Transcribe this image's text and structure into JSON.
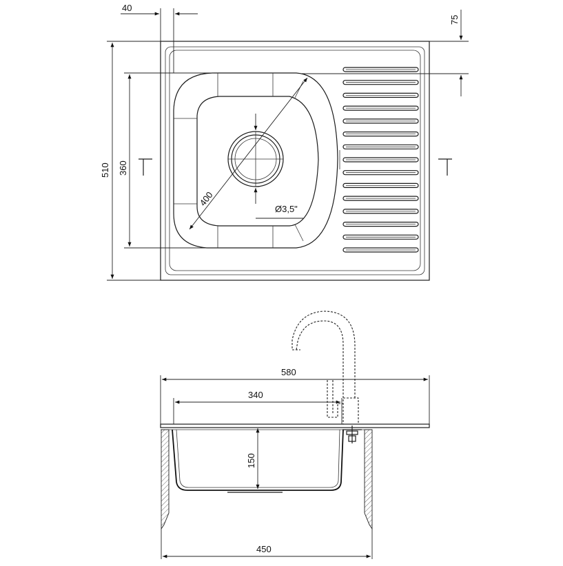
{
  "dimensions": {
    "top_offset": "40",
    "right_offset": "75",
    "overall_depth": "510",
    "bowl_depth": "360",
    "bowl_diagonal": "400",
    "drain_size": "Ø3,5\"",
    "overall_width": "580",
    "bowl_width": "340",
    "bowl_height": "150",
    "base_width": "450"
  },
  "drainer": {
    "groove_count": 15
  },
  "colors": {
    "line": "#1a1a1a",
    "background": "#ffffff"
  }
}
